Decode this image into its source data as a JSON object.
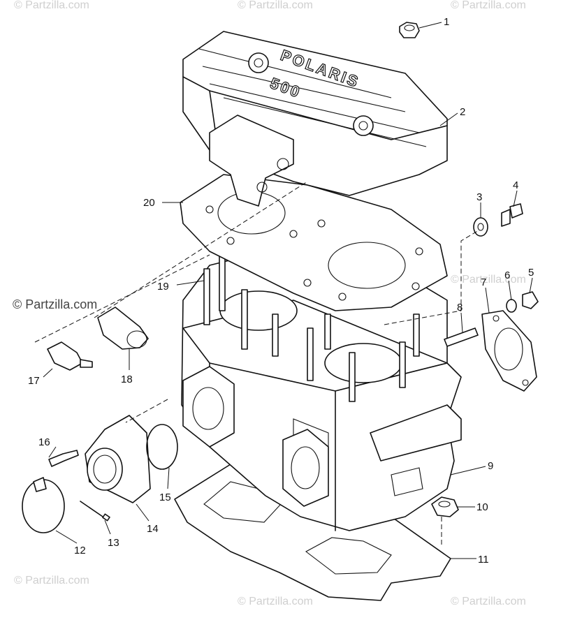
{
  "watermark": {
    "text": "© Partzilla.com",
    "color_light": "#cfcfcf",
    "color_dark": "#444444"
  },
  "engraving": {
    "brand": "POLARIS",
    "model": "500"
  },
  "callouts": [
    {
      "num": "1"
    },
    {
      "num": "2"
    },
    {
      "num": "3"
    },
    {
      "num": "4"
    },
    {
      "num": "5"
    },
    {
      "num": "6"
    },
    {
      "num": "7"
    },
    {
      "num": "8"
    },
    {
      "num": "9"
    },
    {
      "num": "10"
    },
    {
      "num": "11"
    },
    {
      "num": "12"
    },
    {
      "num": "13"
    },
    {
      "num": "14"
    },
    {
      "num": "15"
    },
    {
      "num": "16"
    },
    {
      "num": "17"
    },
    {
      "num": "18"
    },
    {
      "num": "19"
    },
    {
      "num": "20"
    }
  ]
}
